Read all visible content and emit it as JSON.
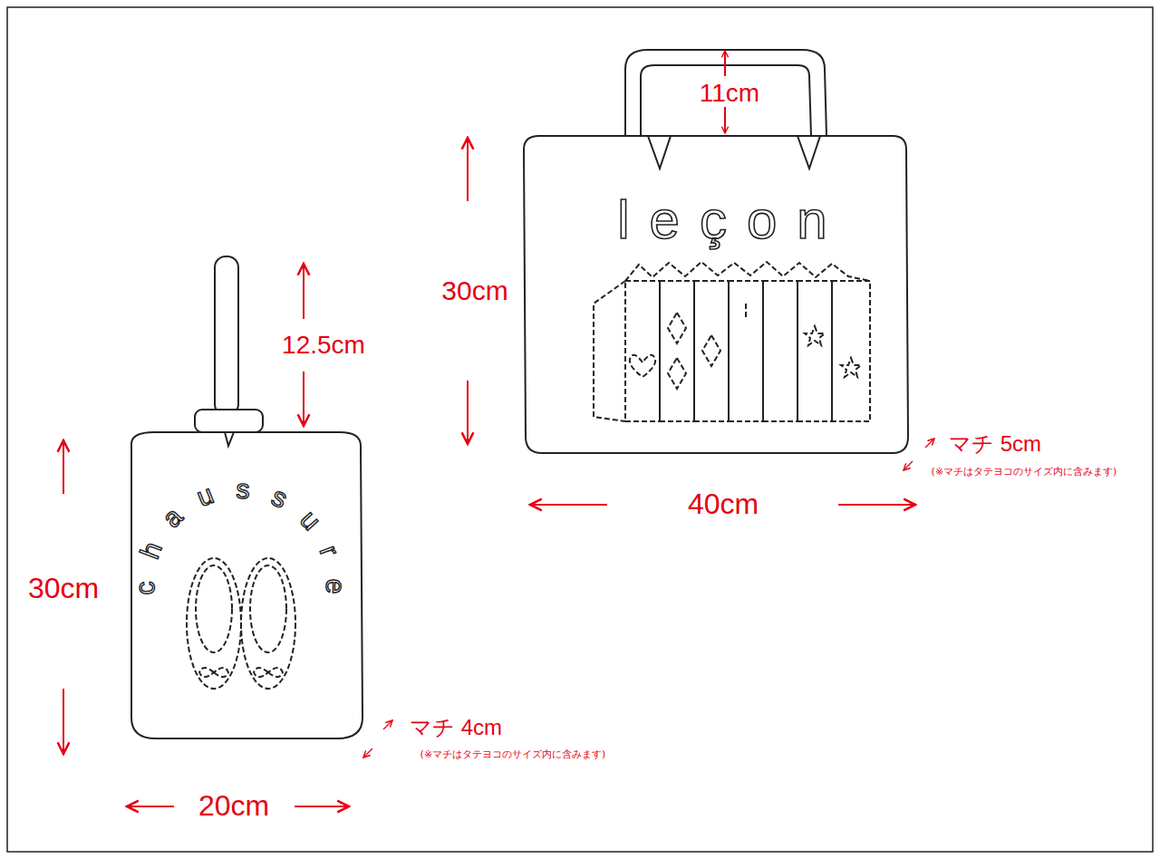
{
  "diagram": {
    "labels": [
      "11cm",
      "leçon",
      "30cm",
      "マチ 5cm",
      "(※マチはタテヨコのサイズ内に含みます)",
      "40cm",
      "12.5cm",
      "chaussure",
      "30cm",
      "マチ 4cm",
      "(※マチはタテヨコのサイズ内に含みます)",
      "20cm"
    ]
  }
}
